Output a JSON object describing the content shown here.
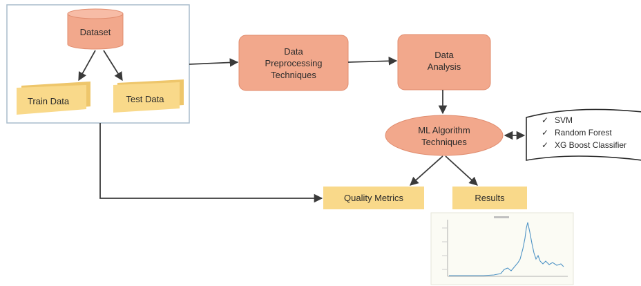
{
  "dataset_group": {
    "dataset": "Dataset",
    "train": "Train Data",
    "test": "Test Data"
  },
  "steps": {
    "preprocessing": [
      "Data",
      "Preprocessing",
      "Techniques"
    ],
    "analysis": [
      "Data",
      "Analysis"
    ],
    "ml": [
      "ML Algorithm",
      "Techniques"
    ],
    "quality": "Quality Metrics",
    "results": "Results"
  },
  "algorithms": [
    "SVM",
    "Random Forest",
    "XG Boost Classifier"
  ],
  "check_mark": "✓",
  "colors": {
    "salmon": "#f2a88c",
    "salmon_stroke": "#e08c6e",
    "yellow": "#f9d98a",
    "yellow_dark": "#eec66b",
    "line": "#3a3a3a",
    "frame": "#a8bccc",
    "plot": "#4e93c5"
  }
}
